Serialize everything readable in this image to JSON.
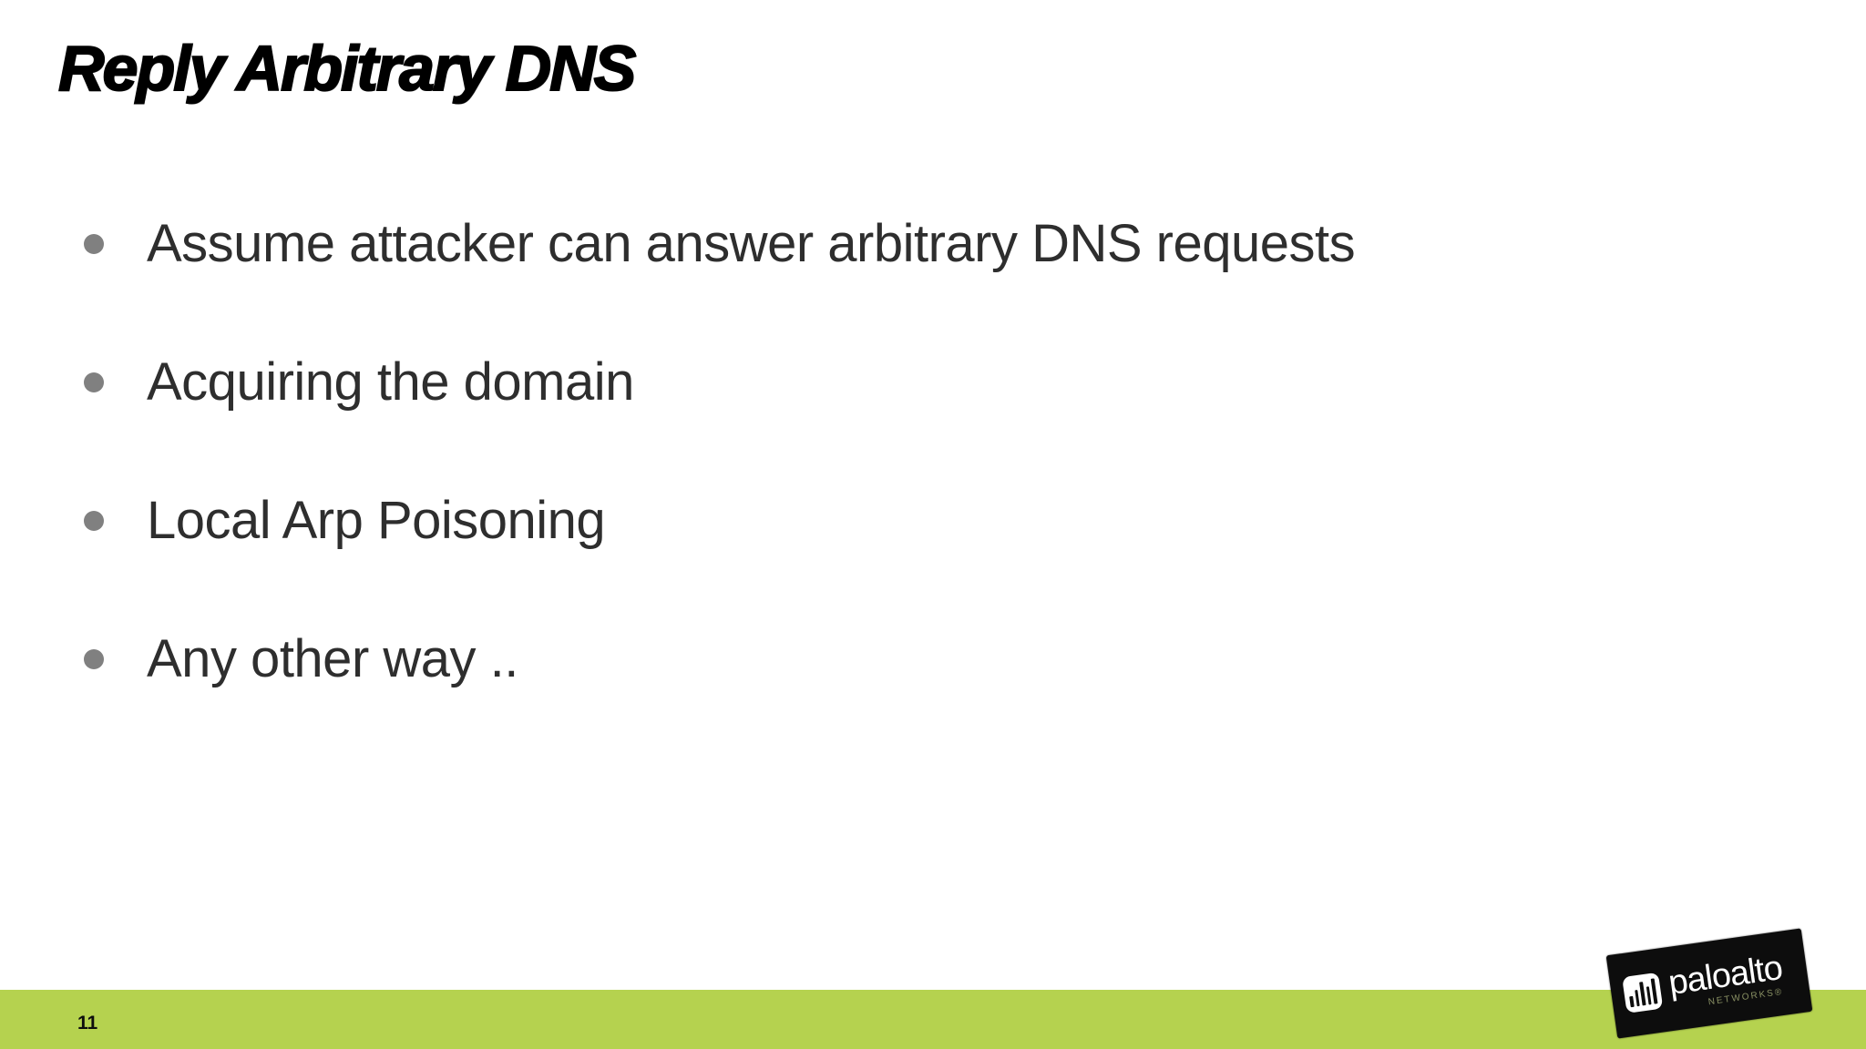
{
  "slide": {
    "title": "Reply Arbitrary DNS",
    "bullets": [
      "Assume attacker can answer arbitrary DNS requests",
      "Acquiring the domain",
      "Local Arp Poisoning",
      "Any other way .."
    ],
    "footer": {
      "page_number": "11",
      "bar_color": "#b5d24f"
    },
    "logo": {
      "brand": "paloalto",
      "sub": "NETWORKS®"
    }
  }
}
